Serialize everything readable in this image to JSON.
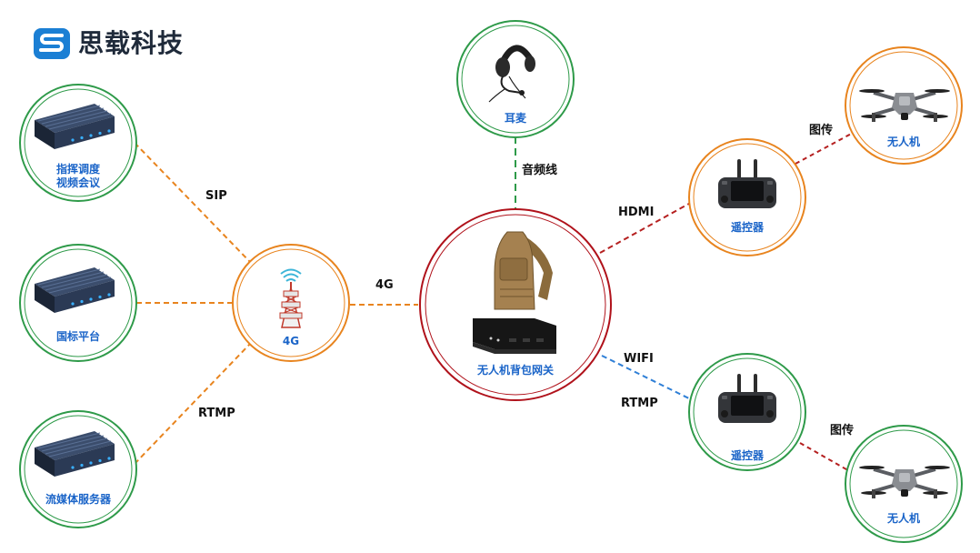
{
  "brand": {
    "name": "思载科技",
    "logo_icon": "s-logo-icon",
    "logo_color": "#1b7fd4"
  },
  "colors": {
    "green": "#2e9a49",
    "orange": "#e8841e",
    "red": "#b0121b",
    "blue": "#2f7fd6",
    "darkred": "#b52020",
    "label_blue": "#1a64c8"
  },
  "nodes": {
    "command": {
      "line1": "指挥调度",
      "line2": "视频会议",
      "icon": "server-icon"
    },
    "gb_platform": {
      "label": "国标平台",
      "icon": "server-icon"
    },
    "media_server": {
      "label": "流媒体服务器",
      "icon": "server-icon"
    },
    "tower": {
      "label": "4G",
      "icon": "cell-tower-icon"
    },
    "headset": {
      "label": "耳麦",
      "icon": "headset-icon"
    },
    "gateway": {
      "label": "无人机背包网关",
      "icon": "backpack-gateway-icon"
    },
    "controller_top": {
      "label": "遥控器",
      "icon": "remote-controller-icon"
    },
    "controller_bottom": {
      "label": "遥控器",
      "icon": "remote-controller-icon"
    },
    "drone_top": {
      "label": "无人机",
      "icon": "drone-icon"
    },
    "drone_bottom": {
      "label": "无人机",
      "icon": "drone-icon"
    }
  },
  "links": {
    "sip": "SIP",
    "rtmp_left": "RTMP",
    "fourg": "4G",
    "audio": "音频线",
    "hdmi": "HDMI",
    "wifi": "WIFI",
    "rtmp_right": "RTMP",
    "transfer_top": "图传",
    "transfer_bottom": "图传"
  }
}
